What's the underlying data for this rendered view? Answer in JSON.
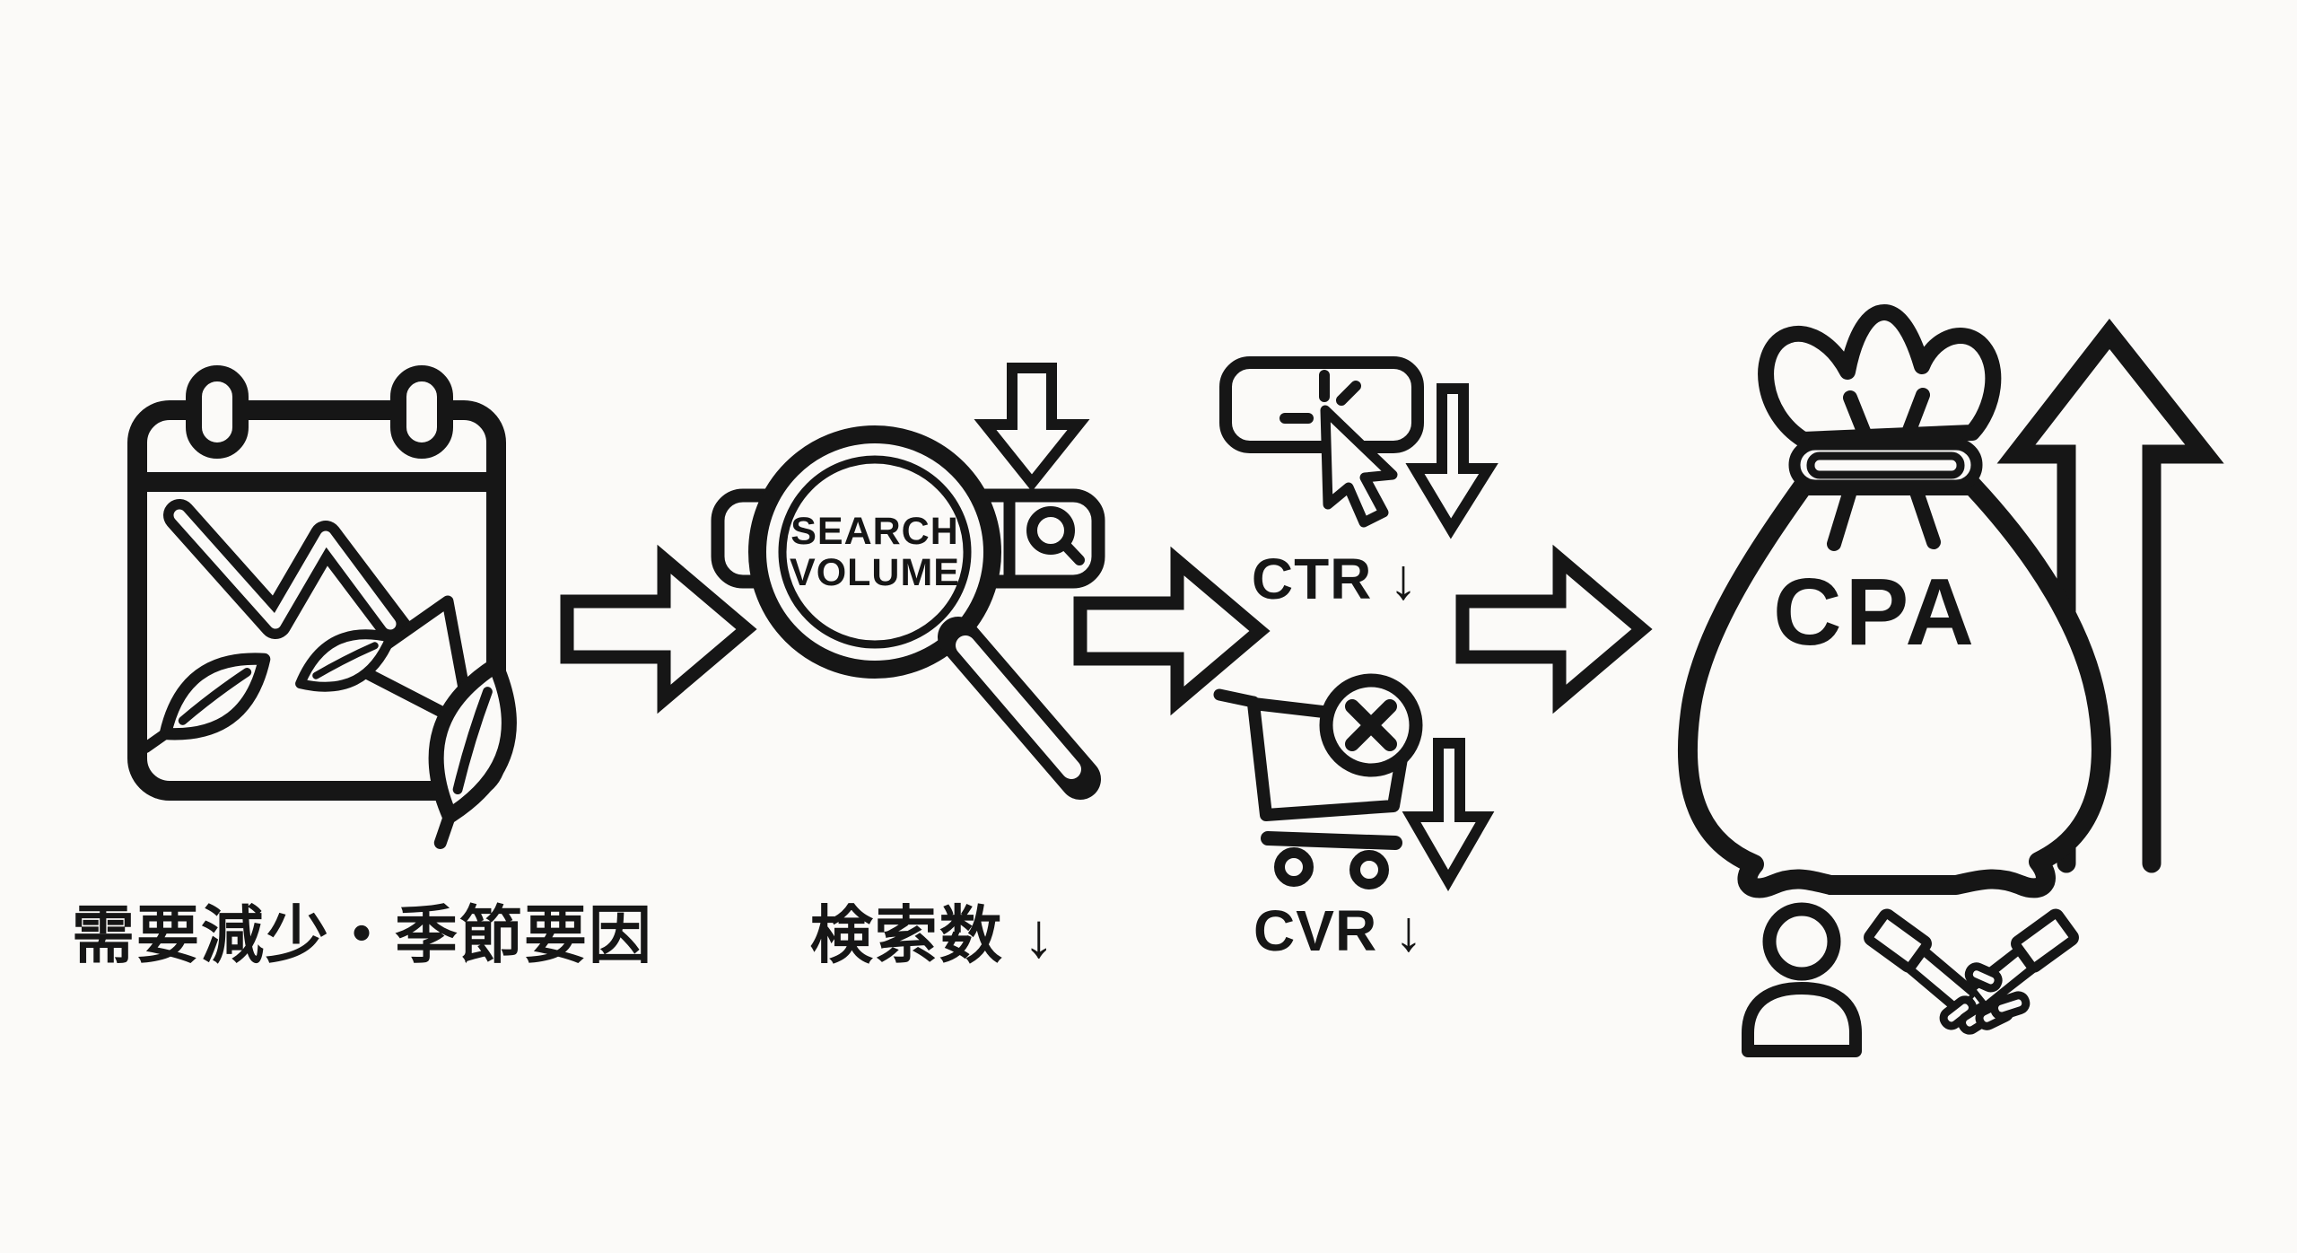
{
  "colors": {
    "ink": "#161616",
    "paper": "#fbfaf8"
  },
  "flow": {
    "demand": {
      "caption": "需要減少・季節要因"
    },
    "search": {
      "caption": "検索数 ↓",
      "lens_text_line1": "SEARCH",
      "lens_text_line2": "VOLUME"
    },
    "ctr": {
      "label": "CTR ↓"
    },
    "cvr": {
      "label": "CVR ↓"
    },
    "cpa": {
      "bag_label": "CPA"
    }
  }
}
